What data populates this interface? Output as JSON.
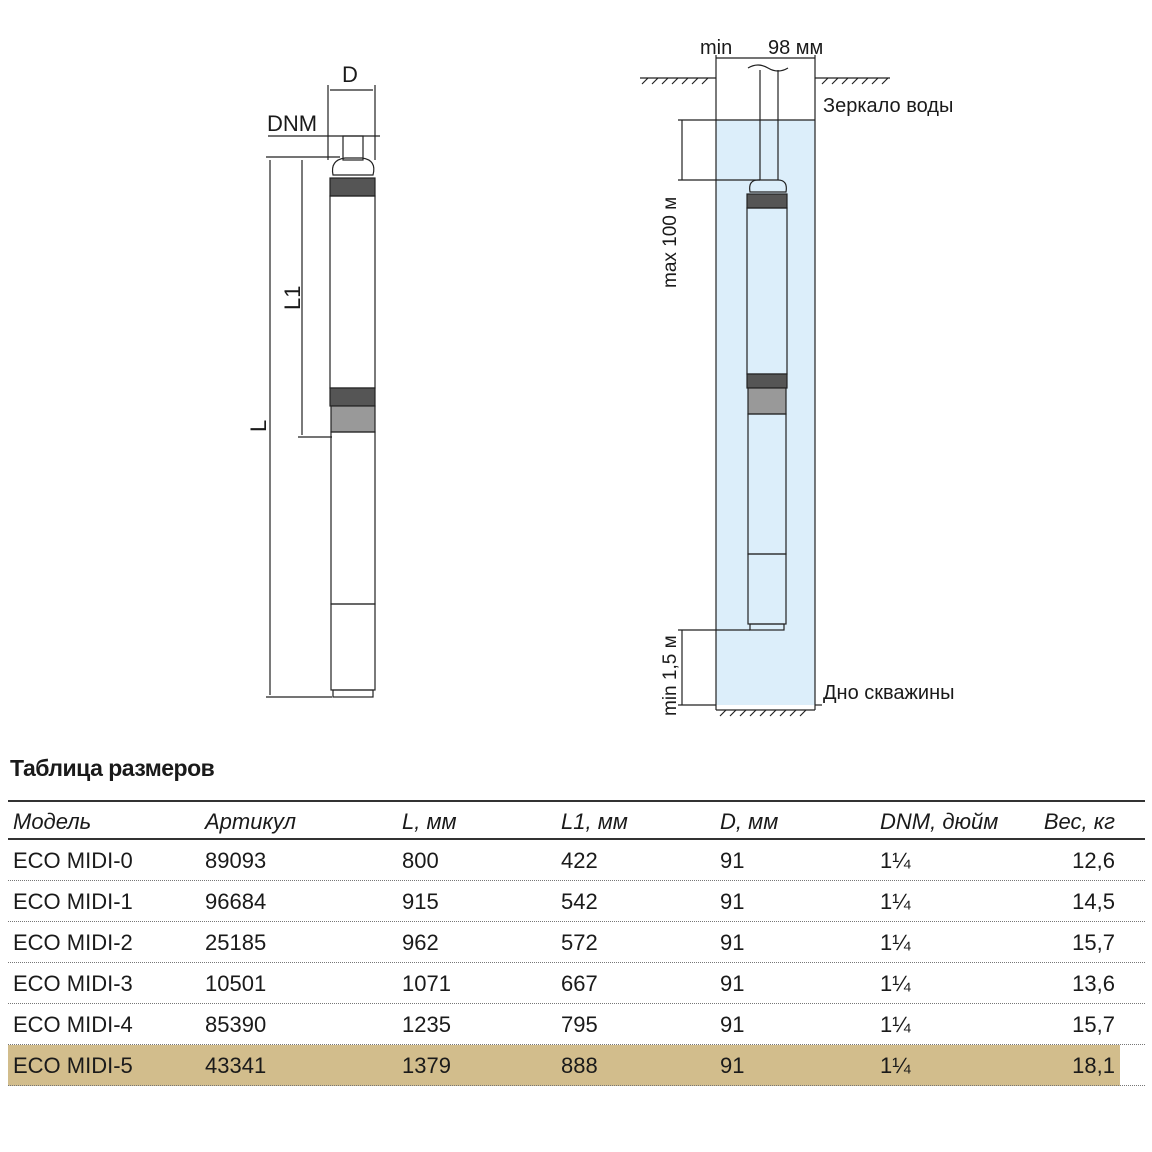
{
  "diagram_left": {
    "label_d": "D",
    "label_dnm": "DNM",
    "label_l1": "L1",
    "label_l": "L"
  },
  "diagram_right": {
    "label_min": "min",
    "label_98": "98 мм",
    "label_water": "Зеркало воды",
    "label_max": "max 100 м",
    "label_min15": "min 1,5 м",
    "label_bottom": "Дно скважины"
  },
  "colors": {
    "well": "#dceefa",
    "highlight": "#d2bd8c"
  },
  "table": {
    "title": "Таблица размеров",
    "headers": [
      "Модель",
      "Артикул",
      "L, мм",
      "L1, мм",
      "D, мм",
      "DNM, дюйм",
      "Вес, кг"
    ],
    "rows": [
      [
        "ECO MIDI-0",
        "89093",
        "800",
        "422",
        "91",
        "1¼",
        "12,6"
      ],
      [
        "ECO MIDI-1",
        "96684",
        "915",
        "542",
        "91",
        "1¼",
        "14,5"
      ],
      [
        "ECO MIDI-2",
        "25185",
        "962",
        "572",
        "91",
        "1¼",
        "15,7"
      ],
      [
        "ECO MIDI-3",
        "10501",
        "1071",
        "667",
        "91",
        "1¼",
        "13,6"
      ],
      [
        "ECO MIDI-4",
        "85390",
        "1235",
        "795",
        "91",
        "1¼",
        "15,7"
      ],
      [
        "ECO MIDI-5",
        "43341",
        "1379",
        "888",
        "91",
        "1¼",
        "18,1"
      ]
    ],
    "highlighted_row": 5
  }
}
